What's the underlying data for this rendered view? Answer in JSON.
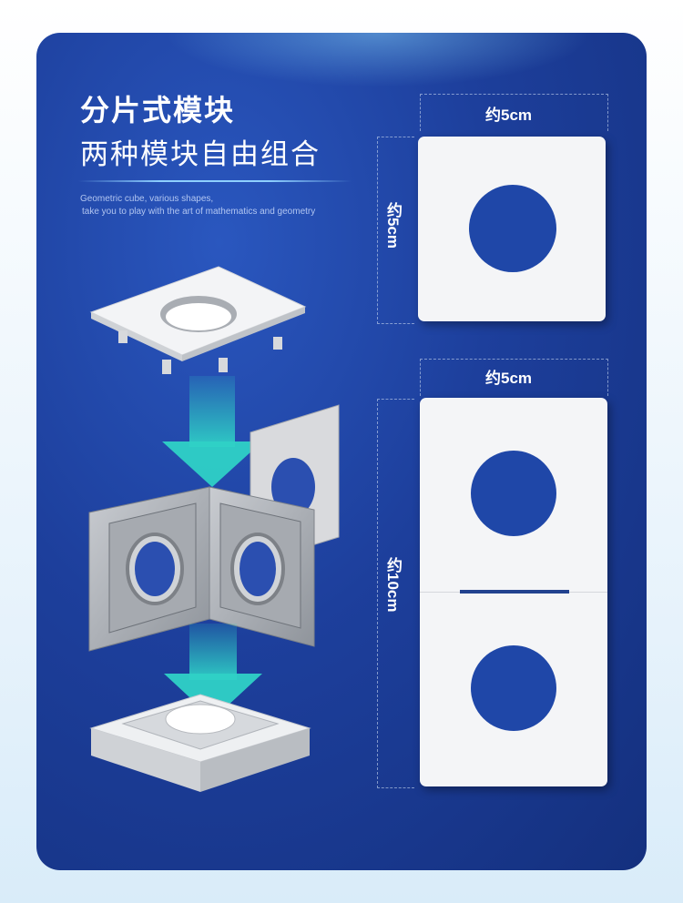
{
  "title": {
    "main": "分片式模块",
    "sub": "两种模块自由组合"
  },
  "description": {
    "line1": "Geometric cube, various shapes,",
    "line2": " take you to play with the art of mathematics and geometry"
  },
  "module_small": {
    "width_label": "约5cm",
    "height_label": "约5cm"
  },
  "module_large": {
    "width_label": "约5cm",
    "height_label": "约10cm"
  },
  "colors": {
    "panel": "#1d3f9c",
    "arrow": "#2fd1c6",
    "card": "#f4f5f7"
  }
}
